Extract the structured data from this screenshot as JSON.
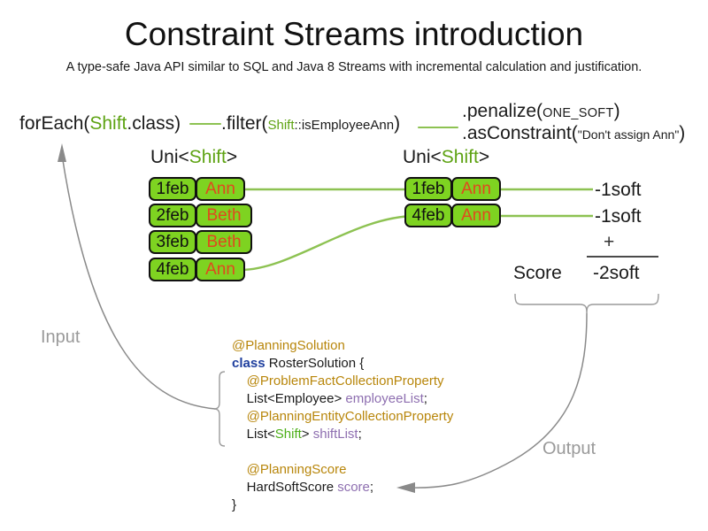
{
  "header": {
    "title": "Constraint Streams introduction",
    "subtitle": "A type-safe Java API similar to SQL and Java 8 Streams with incremental calculation and justification."
  },
  "pipeline": {
    "for_each": {
      "method": "forEach(",
      "type": "Shift",
      "tail": ".class)"
    },
    "filter": {
      "method": ".filter(",
      "type": "Shift",
      "ref": "::isEmployeeAnn",
      "tail": ")"
    },
    "penalize": {
      "method": ".penalize(",
      "arg": "ONE_SOFT",
      "tail": ")"
    },
    "as_constraint": {
      "method": ".asConstraint(",
      "arg": "\"Don't assign Ann\"",
      "tail": ")"
    }
  },
  "streams": {
    "left": {
      "type_label_prefix": "Uni<",
      "type_label_generic": "Shift",
      "type_label_suffix": ">",
      "rows": [
        {
          "date": "1feb",
          "employee": "Ann"
        },
        {
          "date": "2feb",
          "employee": "Beth"
        },
        {
          "date": "3feb",
          "employee": "Beth"
        },
        {
          "date": "4feb",
          "employee": "Ann"
        }
      ]
    },
    "right": {
      "type_label_prefix": "Uni<",
      "type_label_generic": "Shift",
      "type_label_suffix": ">",
      "rows": [
        {
          "date": "1feb",
          "employee": "Ann"
        },
        {
          "date": "4feb",
          "employee": "Ann"
        }
      ]
    }
  },
  "score": {
    "penalties": [
      "-1soft",
      "-1soft"
    ],
    "plus_sign": "+",
    "label": "Score",
    "total": "-2soft"
  },
  "code": {
    "line1_annotation": "@PlanningSolution",
    "line2_keyword": "class",
    "line2_rest": " RosterSolution {",
    "line3_annotation": "@ProblemFactCollectionProperty",
    "line4_type": "List<Employee> ",
    "line4_field": "employeeList",
    "line4_semi": ";",
    "line5_annotation": "@PlanningEntityCollectionProperty",
    "line6_type_pre": "List<",
    "line6_type_generic": "Shift",
    "line6_type_post": "> ",
    "line6_field": "shiftList",
    "line6_semi": ";",
    "line7_annotation": "@PlanningScore",
    "line8_type": "HardSoftScore ",
    "line8_field": "score",
    "line8_semi": ";",
    "line9_close": "}"
  },
  "flow": {
    "input_label": "Input",
    "output_label": "Output"
  },
  "colors": {
    "box_fill": "#7ed321",
    "box_border": "#111111",
    "employee_text": "#e0491e",
    "type_green": "#5ea313",
    "connector_green": "#8dc252",
    "annotation_gold": "#b8860b",
    "field_purple": "#8e6fb0",
    "keyword_blue": "#1f3f9e",
    "flow_grey": "#9a9a9a"
  }
}
